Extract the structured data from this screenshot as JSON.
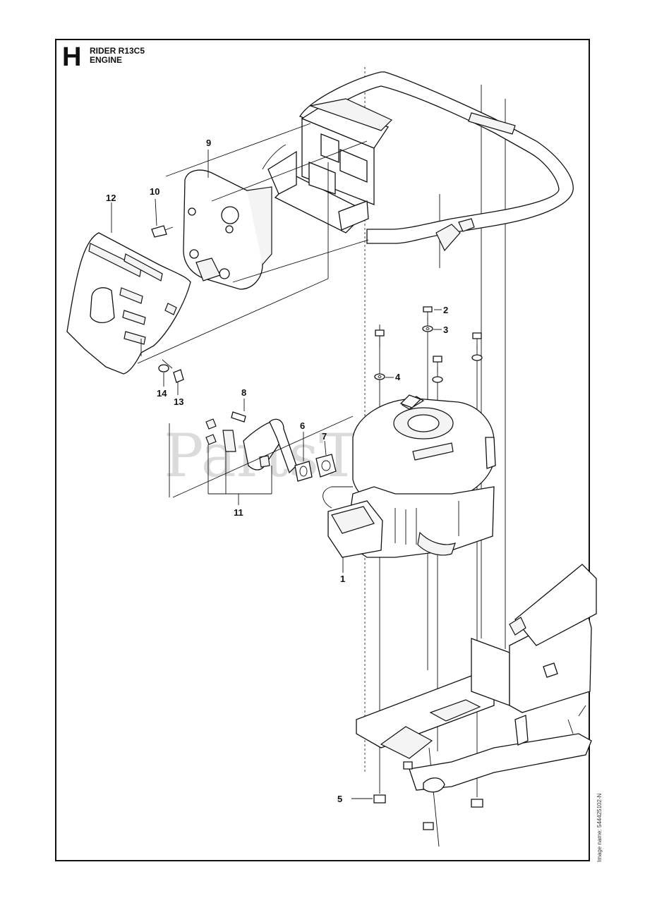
{
  "header": {
    "section_letter": "H",
    "title_line1": "RIDER R13C5",
    "title_line2": "ENGINE"
  },
  "watermark": "PartsTree",
  "image_name": "Image name: 544425102-N",
  "callouts": [
    {
      "id": "1",
      "label": "1"
    },
    {
      "id": "2",
      "label": "2"
    },
    {
      "id": "3",
      "label": "3"
    },
    {
      "id": "4",
      "label": "4"
    },
    {
      "id": "5",
      "label": "5"
    },
    {
      "id": "6",
      "label": "6"
    },
    {
      "id": "7",
      "label": "7"
    },
    {
      "id": "8",
      "label": "8"
    },
    {
      "id": "9",
      "label": "9"
    },
    {
      "id": "10",
      "label": "10"
    },
    {
      "id": "11",
      "label": "11"
    },
    {
      "id": "12",
      "label": "12"
    },
    {
      "id": "13",
      "label": "13"
    },
    {
      "id": "14",
      "label": "14"
    }
  ]
}
